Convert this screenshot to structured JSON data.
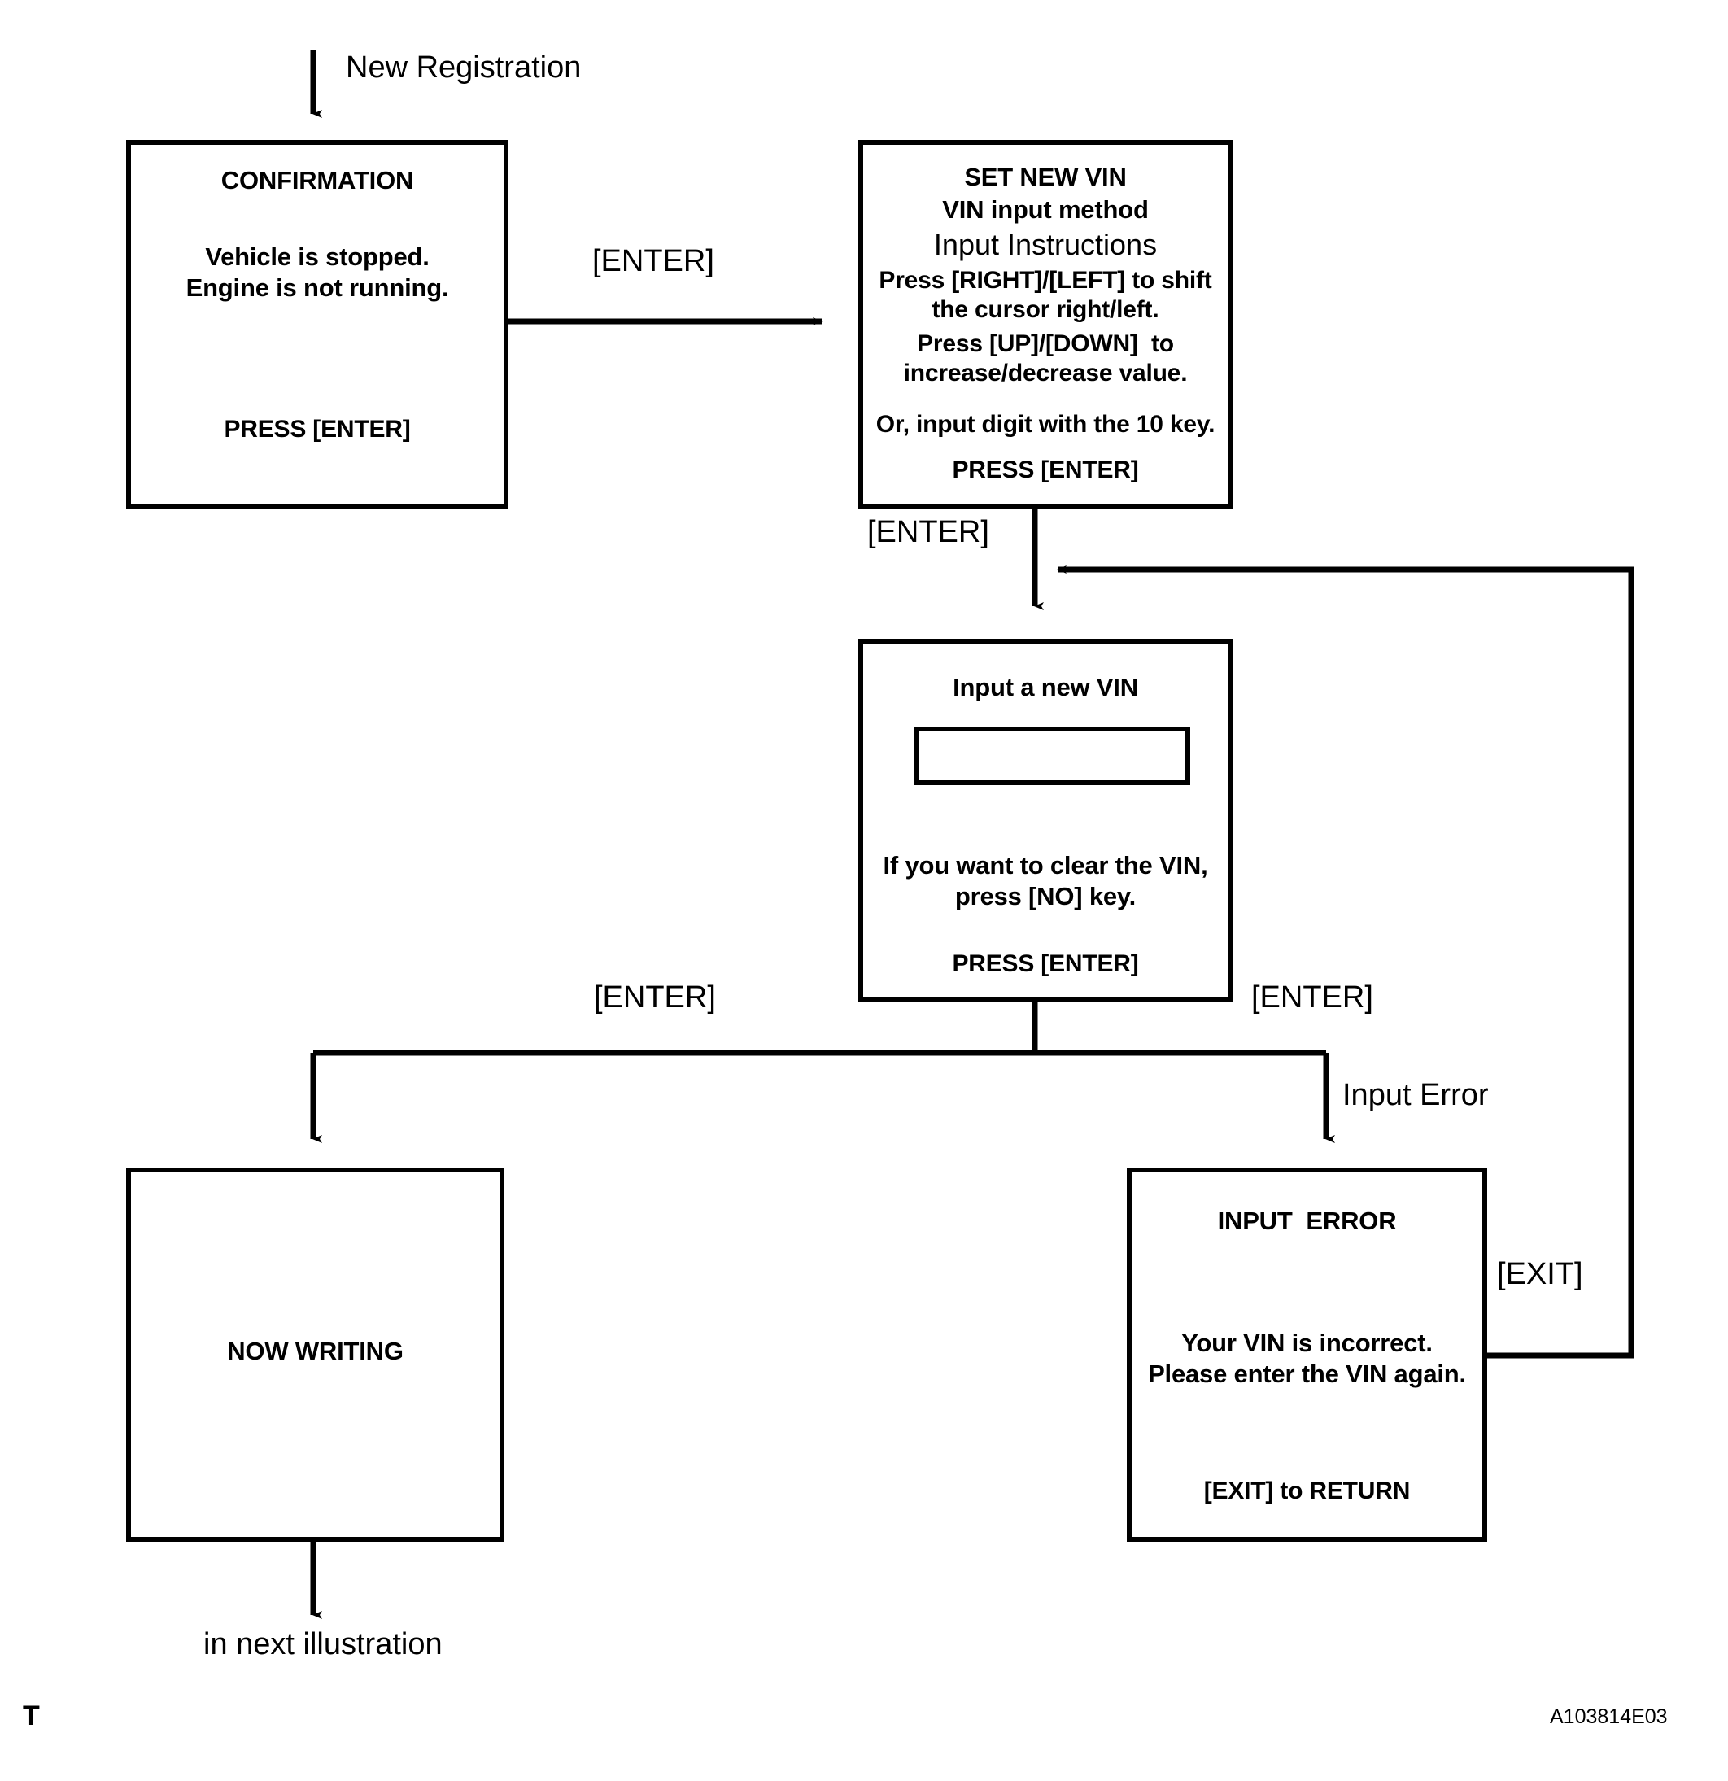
{
  "diagram": {
    "title_note": "New Registration",
    "footer_code": "A103814E03",
    "corner_mark": "T",
    "next_note": "in next illustration"
  },
  "nodes": {
    "confirmation": {
      "heading": "CONFIRMATION",
      "line1": "Vehicle is stopped.",
      "line2": "Engine is not running.",
      "footer": "PRESS [ENTER]"
    },
    "set_new_vin": {
      "heading": "SET NEW VIN",
      "subheading": "VIN input method",
      "instructions_title": "Input Instructions",
      "line1": "Press [RIGHT]/[LEFT] to shift",
      "line2": "the cursor right/left.",
      "line3": "Press [UP]/[DOWN]  to",
      "line4": "increase/decrease value.",
      "line5": "Or, input digit with the 10 key.",
      "footer": "PRESS [ENTER]"
    },
    "input_new_vin": {
      "heading": "Input a new VIN",
      "field_value": "",
      "line1": "If you want to clear the VIN,",
      "line2": "press [NO] key.",
      "footer": "PRESS [ENTER]"
    },
    "now_writing": {
      "heading": "NOW WRITING"
    },
    "input_error": {
      "heading": "INPUT  ERROR",
      "line1": "Your VIN is incorrect.",
      "line2": "Please enter the VIN again.",
      "footer": "[EXIT] to RETURN"
    }
  },
  "edges": {
    "entry": "New Registration",
    "confirm_to_vin": "[ENTER]",
    "vin_to_input": "[ENTER]",
    "input_to_write": "[ENTER]",
    "input_to_error": "[ENTER]",
    "error_branch": "Input Error",
    "error_return": "[EXIT]"
  },
  "colors": {
    "ink": "#000000",
    "paper": "#ffffff"
  }
}
